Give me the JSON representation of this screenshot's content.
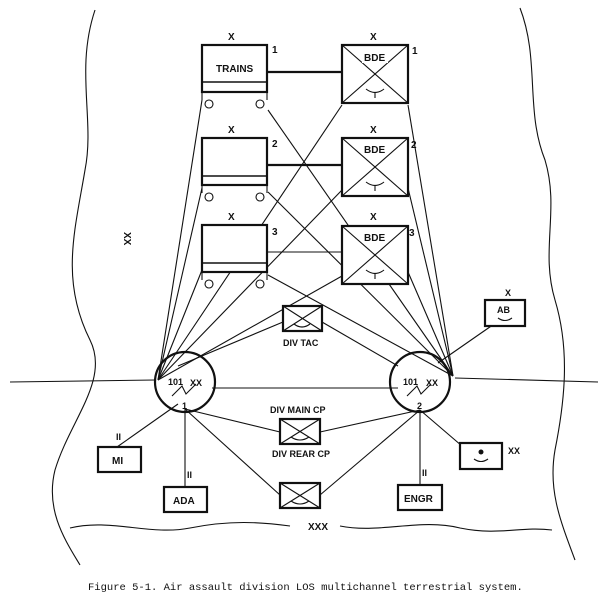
{
  "trains": [
    {
      "echelon": "X",
      "number": "1",
      "label": "TRAINS"
    },
    {
      "echelon": "X",
      "number": "2",
      "label": ""
    },
    {
      "echelon": "X",
      "number": "3",
      "label": ""
    }
  ],
  "brigades": [
    {
      "echelon": "X",
      "number": "1",
      "label": "BDE"
    },
    {
      "echelon": "X",
      "number": "2",
      "label": "BDE"
    },
    {
      "echelon": "X",
      "number": "3",
      "label": "BDE"
    }
  ],
  "boundary_left": "XX",
  "boundary_bottom": "XXX",
  "node_left": {
    "label": "101",
    "echelon": "XX",
    "number": "1"
  },
  "node_right": {
    "label": "101",
    "echelon": "XX",
    "number": "2"
  },
  "div_tac": "DIV TAC",
  "div_main": "DIV MAIN CP",
  "div_rear": "DIV REAR CP",
  "ab": {
    "echelon": "X",
    "label": "AB"
  },
  "mi": {
    "echelon": "II",
    "label": "MI"
  },
  "ada": {
    "echelon": "II",
    "label": "ADA"
  },
  "engr": {
    "echelon": "II",
    "label": "ENGR"
  },
  "xx_unit": {
    "echelon": "XX"
  },
  "caption": "Figure 5-1. Air assault division LOS multichannel terrestrial system."
}
